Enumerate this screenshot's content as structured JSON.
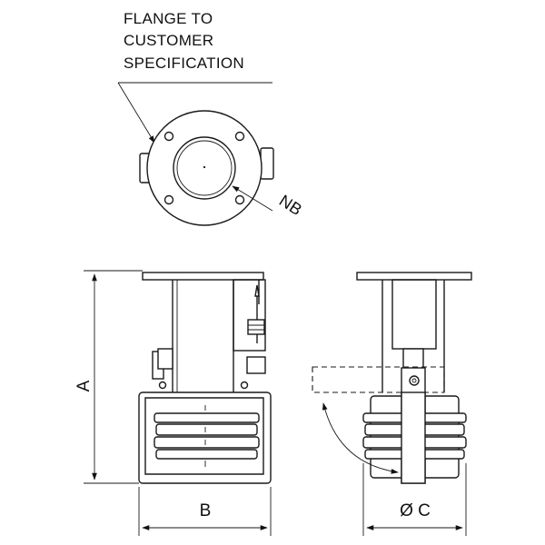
{
  "callouts": {
    "flange_line1": "FLANGE TO",
    "flange_line2": "CUSTOMER",
    "flange_line3": "SPECIFICATION",
    "nb": "NB"
  },
  "dimensions": {
    "a": "A",
    "b": "B",
    "c": "Ø C"
  }
}
